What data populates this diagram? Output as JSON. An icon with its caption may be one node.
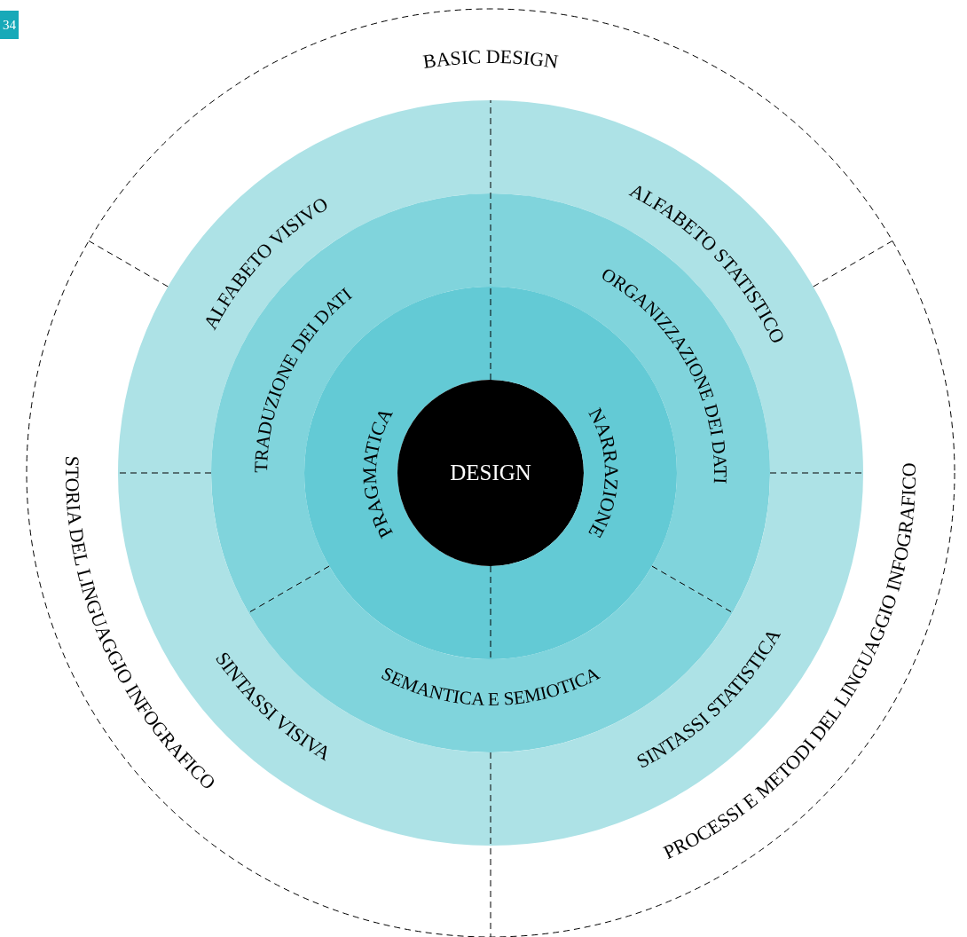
{
  "diagram": {
    "nodes": [
      {
        "text": [
          "BASIC DESIGN"
        ]
      },
      {
        "text": [
          "ALFABETO VISIVO"
        ]
      },
      {
        "text": [
          "ALFABETO STATISTICO"
        ]
      },
      {
        "text": [
          "TRADUZIONE DEI DATI"
        ]
      },
      {
        "text": [
          "ORGANIZZAZIONE DEI DATI"
        ]
      },
      {
        "text": [
          "STORIA DEL LINGUAGGIO INFOGRAFICO"
        ]
      },
      {
        "text": [
          "PROCESSI E METODI DEL LINGUAGGIO INFOGRAFICO"
        ]
      },
      {
        "text": [
          "PRAGMATICA"
        ]
      },
      {
        "text": [
          "DESIGN"
        ]
      },
      {
        "text": [
          "NARRAZIONE"
        ]
      },
      {
        "text": [
          "SINTASSI VISIVA"
        ]
      },
      {
        "text": [
          "SEMANTICA E SEMIOTICA"
        ]
      },
      {
        "text": [
          "SINTASSI STATISTICA"
        ]
      }
    ],
    "labels": [
      "34"
    ]
  }
}
